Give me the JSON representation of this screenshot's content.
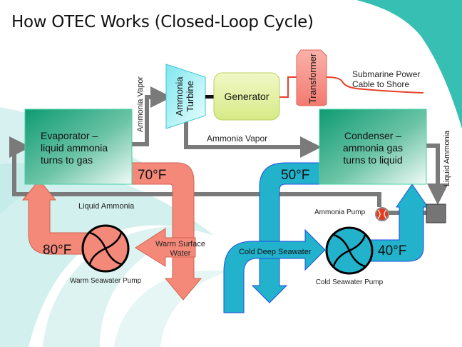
{
  "title": "How OTEC Works (Closed-Loop Cycle)",
  "colors": {
    "warm": "#f4897a",
    "warm_stroke": "#d2624f",
    "cold": "#22b2cc",
    "cold_stroke": "#1f4fe0",
    "pipe": "#7a7a7a",
    "evaporator_start": "#0f9b73",
    "condenser_start": "#0f9b73",
    "turbine": "#9ff0f5",
    "generator": "#e6f3a8",
    "transformer": "#f69088",
    "cable": "#e8402a",
    "accent_teal": "#36bfb2"
  },
  "components": {
    "evaporator": {
      "lines": [
        "Evaporator –",
        "liquid ammonia",
        "turns to gas"
      ]
    },
    "condenser": {
      "lines": [
        "Condenser –",
        "ammonia gas",
        "turns to liquid"
      ]
    },
    "turbine": {
      "lines": [
        "Ammonia",
        "Turbine"
      ]
    },
    "generator": {
      "label": "Generator"
    },
    "transformer": {
      "label": "Transformer"
    },
    "cable": {
      "lines": [
        "Submarine Power",
        "Cable to Shore"
      ]
    },
    "warm_pump": {
      "label": "Warm Seawater Pump"
    },
    "cold_pump": {
      "label": "Cold Seawater Pump"
    },
    "ammonia_pump": {
      "label": "Ammonia Pump"
    }
  },
  "flows": {
    "vapor_up": "Ammonia Vapor",
    "vapor_across": "Ammonia Vapor",
    "liquid_return": "Liquid Ammonia",
    "liquid_down": "Liquid Ammonia",
    "warm_surface": [
      "Warm Surface",
      "Water"
    ],
    "cold_deep": "Cold Deep Seawater"
  },
  "temperatures": {
    "warm_in": "80°F",
    "warm_out": "70°F",
    "cold_in": "40°F",
    "cold_out": "50°F"
  }
}
